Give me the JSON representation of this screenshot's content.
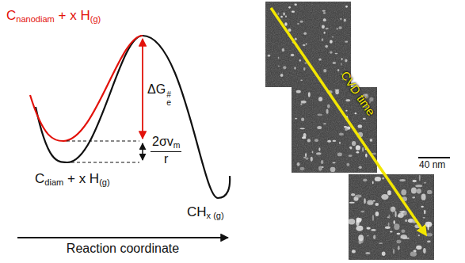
{
  "diagram": {
    "labels": [
      "C",
      "nanodiam",
      "+ x H",
      "(g)",
      "C",
      "diam",
      "+ x H",
      "(g)",
      "CH",
      "x (g)",
      "ΔG",
      "e",
      "#",
      "2σv",
      "m",
      "r",
      "Reaction coordinate",
      "CVD time",
      "40 nm"
    ]
  }
}
